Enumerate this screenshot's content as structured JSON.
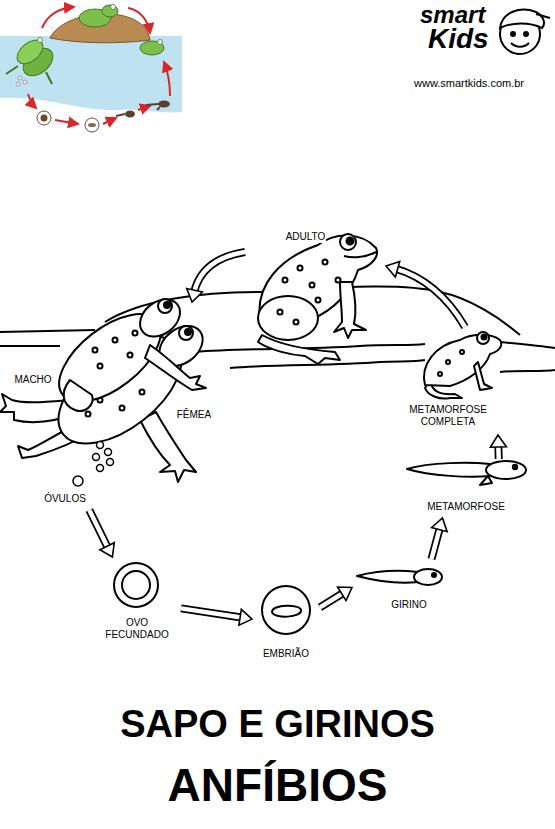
{
  "diagram": {
    "title": "SAPO E GIRINOS",
    "caption": "ANFÍBIOS",
    "nodes": [
      {
        "text": [
          "ADULTO"
        ]
      },
      {
        "text": [
          "MACHO",
          "FÊMEA"
        ]
      },
      {
        "text": [
          "ÓVULOS"
        ]
      },
      {
        "text": [
          "OVO FECUNDADO"
        ]
      },
      {
        "text": [
          "EMBRIÃO"
        ]
      },
      {
        "text": [
          "GIRINO"
        ]
      },
      {
        "text": [
          "METAMORFOSE"
        ]
      },
      {
        "text": [
          "METAMORFOSE COMPLETA"
        ]
      }
    ],
    "edges": [
      {
        "from": 0,
        "to": 1,
        "arrow": "to"
      },
      {
        "from": 2,
        "to": 3,
        "arrow": "to"
      },
      {
        "from": 3,
        "to": 4,
        "arrow": "to"
      },
      {
        "from": 4,
        "to": 5,
        "arrow": "to"
      },
      {
        "from": 5,
        "to": 6,
        "arrow": "to"
      },
      {
        "from": 6,
        "to": 7,
        "arrow": "to"
      },
      {
        "from": 7,
        "to": 0,
        "arrow": "to"
      }
    ],
    "labels": [
      "smart",
      "Kids",
      "www.smartkids.com.br"
    ]
  }
}
